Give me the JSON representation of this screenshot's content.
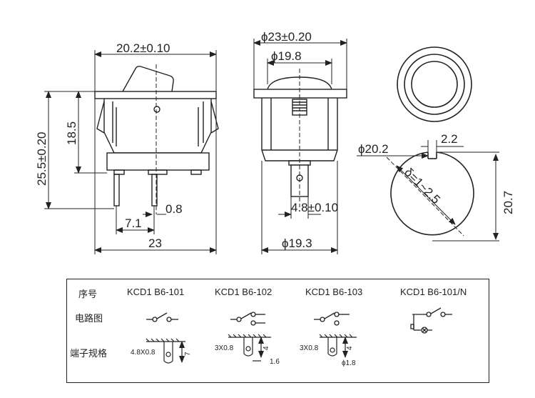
{
  "dimensions": {
    "front_width": "20.2±0.10",
    "front_total_height": "25.5±0.20",
    "front_body_height": "18.5",
    "front_pin_spacing": "7.1",
    "front_pin_thickness": "0.8",
    "front_base_width": "23",
    "side_flange_dia": "ϕ23±0.20",
    "side_rocker_dia": "ϕ19.8",
    "side_terminal_width": "4.8±0.10",
    "side_body_dia": "ϕ19.3",
    "cutout_dia": "ϕ20.2",
    "cutout_key": "2.2",
    "cutout_height": "20.7",
    "panel_thickness": "δ=1~2.5"
  },
  "table": {
    "row_labels": [
      "序号",
      "电路图",
      "端子规格"
    ],
    "models": [
      "KCD1 B6-101",
      "KCD1 B6-102",
      "KCD1 B6-103",
      "KCD1 B6-101/N"
    ],
    "terminals": [
      {
        "spec": "4.8X0.8",
        "height": "7"
      },
      {
        "spec": "3X0.8",
        "height": "4",
        "offset": "1.6"
      },
      {
        "spec": "3X0.8",
        "height": "4",
        "hole": "ϕ1.8"
      }
    ]
  }
}
